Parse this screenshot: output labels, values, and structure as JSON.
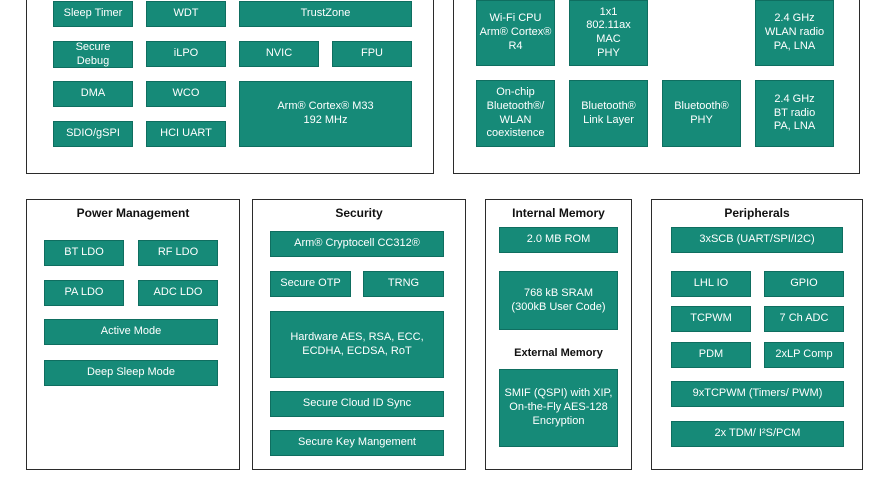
{
  "mcu_subsystem": {
    "blocks": {
      "sleep_timer": "Sleep Timer",
      "wdt": "WDT",
      "trustzone": "TrustZone",
      "secure_debug": "Secure\nDebug",
      "ilpo": "iLPO",
      "nvic": "NVIC",
      "fpu": "FPU",
      "dma": "DMA",
      "wco": "WCO",
      "cortex_m33": "Arm® Cortex® M33\n192 MHz",
      "sdio_gspi": "SDIO/gSPI",
      "hci_uart": "HCI UART"
    }
  },
  "wireless_subsystem": {
    "blocks": {
      "wifi_cpu": "Wi-Fi CPU\nArm® Cortex®\nR4",
      "wifi_mac_phy": "1x1\n802.11ax\nMAC\nPHY",
      "wlan_radio": "2.4 GHz\nWLAN radio\nPA, LNA",
      "coexistence": "On-chip\nBluetooth®/\nWLAN\ncoexistence",
      "bt_link_layer": "Bluetooth®\nLink Layer",
      "bt_phy": "Bluetooth®\nPHY",
      "bt_radio": "2.4 GHz\nBT radio\nPA, LNA"
    }
  },
  "power_management": {
    "title": "Power Management",
    "blocks": {
      "bt_ldo": "BT LDO",
      "rf_ldo": "RF LDO",
      "pa_ldo": "PA LDO",
      "adc_ldo": "ADC LDO",
      "active_mode": "Active  Mode",
      "deep_sleep_mode": "Deep Sleep Mode"
    }
  },
  "security": {
    "title": "Security",
    "blocks": {
      "cryptocell": "Arm® Cryptocell CC312®",
      "secure_otp": "Secure OTP",
      "trng": "TRNG",
      "hw_crypto": "Hardware AES, RSA, ECC,\nECDHA, ECDSA, RoT",
      "secure_cloud_id": "Secure Cloud ID Sync",
      "secure_key_mgmt": "Secure Key Mangement"
    }
  },
  "internal_memory": {
    "title": "Internal Memory",
    "blocks": {
      "rom": "2.0 MB ROM",
      "sram": "768 kB SRAM\n(300kB User Code)"
    }
  },
  "external_memory": {
    "title": "External Memory",
    "blocks": {
      "smif": "SMIF (QSPI) with XIP,\nOn-the-Fly AES-128\nEncryption"
    }
  },
  "peripherals": {
    "title": "Peripherals",
    "blocks": {
      "scb": "3xSCB (UART/SPI/I2C)",
      "lhl_io": "LHL IO",
      "gpio": "GPIO",
      "tcpwm": "TCPWM",
      "adc": "7 Ch ADC",
      "pdm": "PDM",
      "lp_comp": "2xLP Comp",
      "tcpwm_timers": "9xTCPWM (Timers/ PWM)",
      "tdm_i2s_pcm": "2x TDM/ I²S/PCM"
    }
  },
  "colors": {
    "block_fill": "#168a78",
    "block_text": "#ffffff",
    "panel_border": "#2b2b2b"
  }
}
